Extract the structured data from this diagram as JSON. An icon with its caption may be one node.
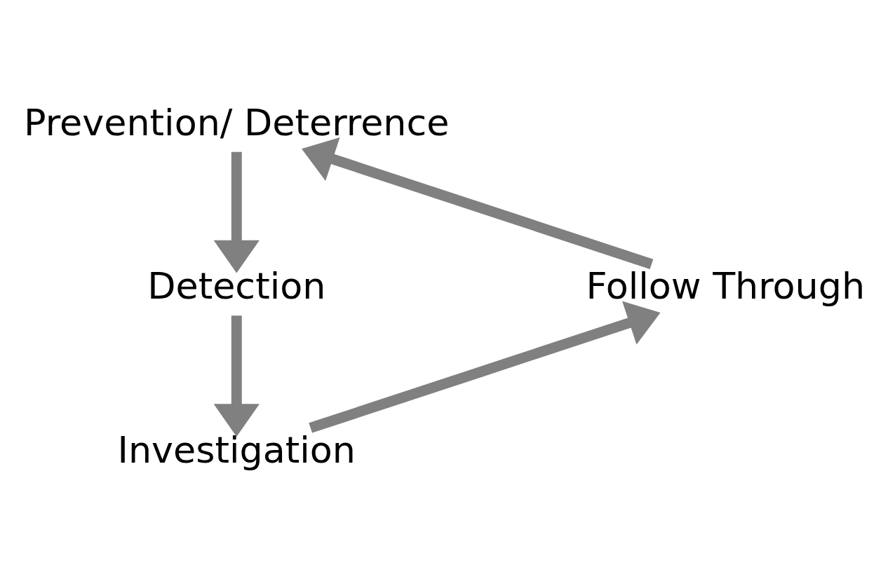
{
  "diagram": {
    "nodes": [
      {
        "text": [
          "Prevention/ Deterrence"
        ]
      },
      {
        "text": [
          "Detection"
        ]
      },
      {
        "text": [
          "Investigation"
        ]
      },
      {
        "text": [
          "Follow Through"
        ]
      }
    ],
    "edges": [
      {
        "from": 0,
        "to": 1,
        "arrow": "to"
      },
      {
        "from": 1,
        "to": 2,
        "arrow": "to"
      },
      {
        "from": 2,
        "to": 3,
        "arrow": "to"
      },
      {
        "from": 3,
        "to": 0,
        "arrow": "to"
      }
    ]
  }
}
